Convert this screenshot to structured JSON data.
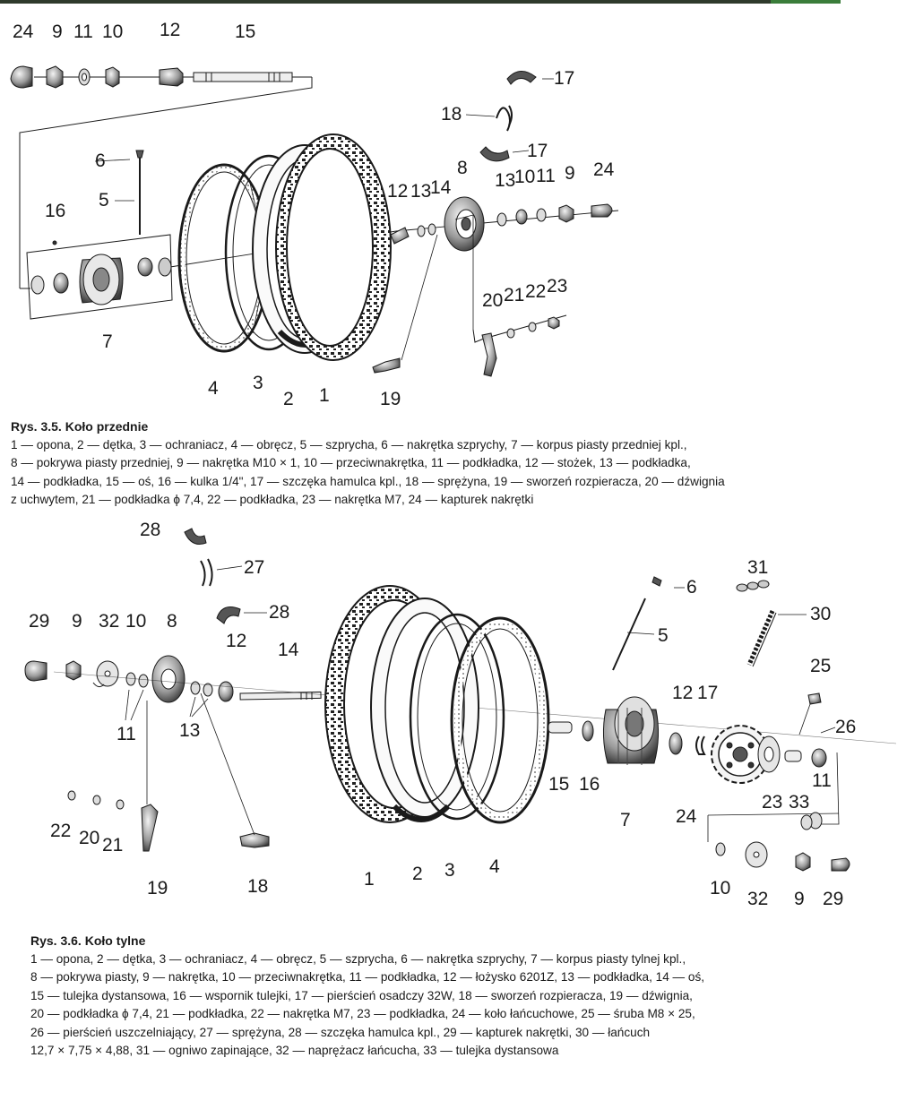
{
  "figure1": {
    "labels": {
      "l24a": "24",
      "l9a": "9",
      "l11a": "11",
      "l10a": "10",
      "l12a": "12",
      "l15": "15",
      "l17a": "17",
      "l18": "18",
      "l17b": "17",
      "l6": "6",
      "l5": "5",
      "l16": "16",
      "l8": "8",
      "l12b": "12",
      "l13": "13",
      "l14": "14",
      "l13b": "13",
      "l10b": "10",
      "l11b": "11",
      "l9b": "9",
      "l24b": "24",
      "l20": "20",
      "l21": "21",
      "l22": "22",
      "l23": "23",
      "l7": "7",
      "l4": "4",
      "l3": "3",
      "l2": "2",
      "l1": "1",
      "l19": "19"
    },
    "caption": {
      "title": "Rys. 3.5. Koło przednie",
      "lines": [
        "1 — opona, 2 — dętka, 3 — ochraniacz, 4 — obręcz, 5 — szprycha, 6 — nakrętka szprychy, 7 — korpus piasty przedniej kpl.,",
        "8 — pokrywa piasty przedniej, 9 — nakrętka M10 × 1, 10 — przeciwnakrętka, 11 — podkładka, 12 — stożek, 13 — podkładka,",
        "14 — podkładka, 15 — oś, 16 — kulka 1/4\", 17 — szczęka hamulca kpl., 18 — sprężyna, 19 — sworzeń rozpieracza, 20 — dźwignia",
        "z uchwytem, 21 — podkładka ϕ 7,4, 22 — podkładka, 23 — nakrętka M7, 24 — kapturek nakrętki"
      ]
    }
  },
  "figure2": {
    "labels": {
      "l28a": "28",
      "l27": "27",
      "l28b": "28",
      "l29a": "29",
      "l9a": "9",
      "l32a": "32",
      "l10a": "10",
      "l8": "8",
      "l12a": "12",
      "l14": "14",
      "l11a": "11",
      "l13": "13",
      "l22": "22",
      "l20": "20",
      "l21": "21",
      "l19": "19",
      "l18": "18",
      "l1": "1",
      "l2": "2",
      "l3": "3",
      "l4": "4",
      "l6": "6",
      "l31": "31",
      "l30": "30",
      "l5": "5",
      "l25": "25",
      "l12b": "12",
      "l17": "17",
      "l26": "26",
      "l15": "15",
      "l16": "16",
      "l7": "7",
      "l24": "24",
      "l23": "23",
      "l33": "33",
      "l11b": "11",
      "l10b": "10",
      "l32b": "32",
      "l9b": "9",
      "l29b": "29"
    },
    "caption": {
      "title": "Rys. 3.6. Koło tylne",
      "lines": [
        "1 — opona, 2 — dętka, 3 — ochraniacz, 4 — obręcz, 5 — szprycha, 6 — nakrętka szprychy, 7 — korpus piasty tylnej kpl.,",
        "8 — pokrywa piasty, 9 — nakrętka, 10 — przeciwnakrętka, 11 — podkładka, 12 — łożysko 6201Z, 13 — podkładka, 14 — oś,",
        "15 — tulejka dystansowa, 16 — wspornik tulejki, 17 — pierścień osadczy 32W, 18 — sworzeń rozpieracza, 19 — dźwignia,",
        "20 — podkładka ϕ 7,4, 21 — podkładka, 22 — nakrętka M7, 23 — podkładka, 24 — koło łańcuchowe, 25 — śruba M8 × 25,",
        "26 — pierścień uszczelniający, 27 — sprężyna, 28 — szczęka hamulca kpl., 29 — kapturek nakrętki, 30 — łańcuch",
        "12,7 × 7,75 × 4,88, 31 — ogniwo zapinające, 32 — naprężacz łańcucha, 33 — tulejka dystansowa"
      ]
    }
  }
}
